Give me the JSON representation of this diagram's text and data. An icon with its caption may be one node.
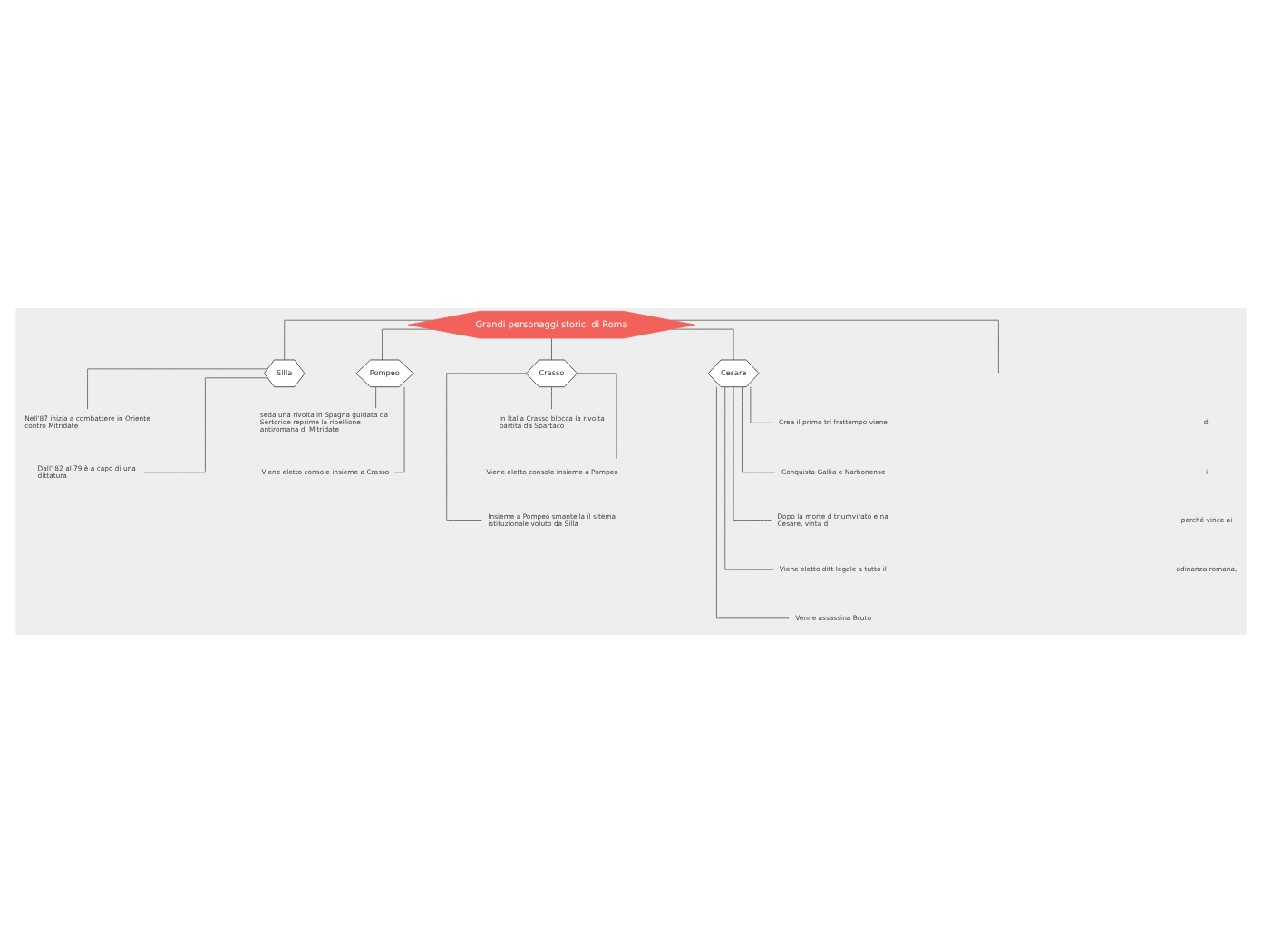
{
  "diagram": {
    "nodes": [
      {
        "text": [
          "Grandi personaggi storici di Roma"
        ]
      },
      {
        "text": [
          "Silla"
        ]
      },
      {
        "text": [
          "Nell'87 inizia a combattere in Oriente contro Mitridate"
        ]
      },
      {
        "text": [
          "Dall' 82 al 79 è a capo di una dittatura"
        ]
      },
      {
        "text": [
          "Pompeo"
        ]
      },
      {
        "text": [
          "seda una rivolta in Spagna guidata da Sertorioe reprime la ribellione antiromana di Mitridate"
        ]
      },
      {
        "text": [
          "Viene eletto console insieme a Crasso"
        ]
      },
      {
        "text": [
          "Crasso"
        ]
      },
      {
        "text": [
          "In Italia Crasso blocca la rivolta partita da Spartaco"
        ]
      },
      {
        "text": [
          "Viene eletto console insieme a Pompeo"
        ]
      },
      {
        "text": [
          "Insieme a Pompeo smantella il sitema istituzionale voluto da Silla"
        ]
      },
      {
        "text": [
          "Cesare"
        ]
      },
      {
        "text": [
          "Crea il primo tri frattempo viene"
        ]
      },
      {
        "text": [
          "Conquista Gallia e Narbonense"
        ]
      },
      {
        "text": [
          "Dopo la morte d triumvirato e na Cesare, vinta d"
        ]
      },
      {
        "text": [
          "Viene eletto ditt legale a tutto il"
        ]
      },
      {
        "text": [
          "Venne assassina Bruto"
        ]
      }
    ],
    "edges": [
      {
        "from": 0,
        "to": null,
        "arrow": "none"
      },
      {
        "from": 0,
        "to": 1,
        "arrow": "none"
      },
      {
        "from": 0,
        "to": 4,
        "arrow": "none"
      },
      {
        "from": 0,
        "to": 7,
        "arrow": "none"
      },
      {
        "from": 0,
        "to": 11,
        "arrow": "none"
      },
      {
        "from": 1,
        "to": 2,
        "arrow": "none"
      },
      {
        "from": 1,
        "to": 3,
        "arrow": "none"
      },
      {
        "from": 4,
        "to": 5,
        "arrow": "none"
      },
      {
        "from": 4,
        "to": 6,
        "arrow": "none"
      },
      {
        "from": 7,
        "to": 8,
        "arrow": "none"
      },
      {
        "from": 7,
        "to": 9,
        "arrow": "none"
      },
      {
        "from": 7,
        "to": 10,
        "arrow": "none"
      },
      {
        "from": 11,
        "to": 12,
        "arrow": "none"
      },
      {
        "from": 11,
        "to": 13,
        "arrow": "none"
      },
      {
        "from": 11,
        "to": 14,
        "arrow": "none"
      },
      {
        "from": 11,
        "to": 15,
        "arrow": "none"
      },
      {
        "from": 11,
        "to": 16,
        "arrow": "none"
      }
    ],
    "labels": [
      "di",
      "i",
      "perché vince ai",
      "adinanza romana,"
    ]
  }
}
